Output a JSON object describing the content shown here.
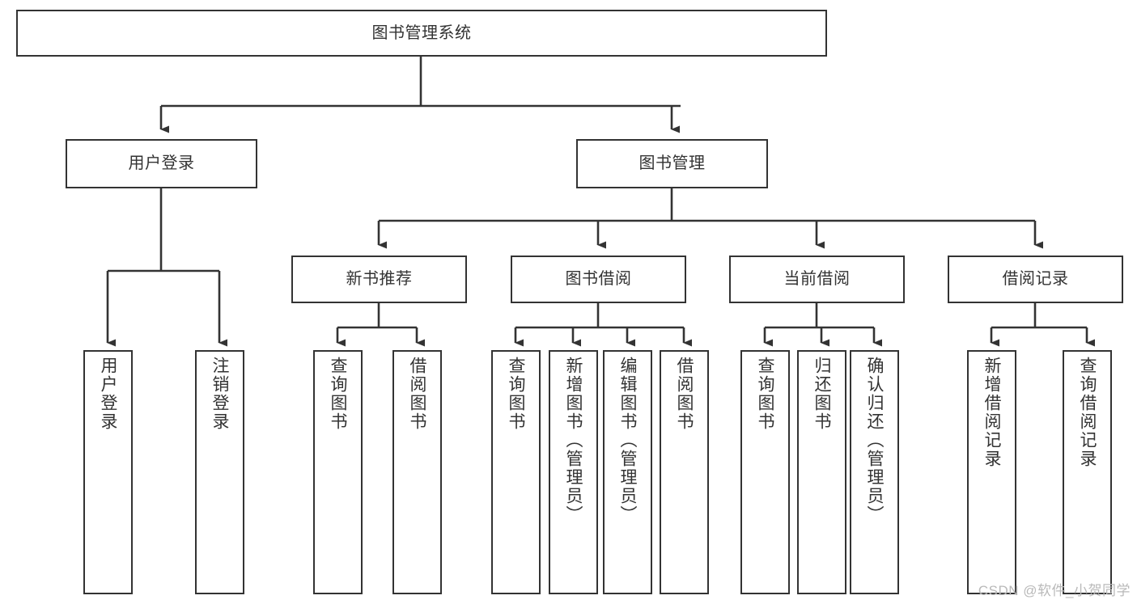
{
  "diagram": {
    "title": "图书管理系统",
    "type": "hierarchy-tree",
    "colors": {
      "stroke": "#333333",
      "fill": "#ffffff",
      "text": "#333333",
      "watermark": "#b9b9b9"
    },
    "levels": {
      "root": {
        "label": "图书管理系统"
      },
      "level1": [
        {
          "label": "用户登录"
        },
        {
          "label": "图书管理"
        }
      ],
      "level2": [
        {
          "label": "新书推荐"
        },
        {
          "label": "图书借阅"
        },
        {
          "label": "当前借阅"
        },
        {
          "label": "借阅记录"
        }
      ],
      "leaves": {
        "user_login": [
          {
            "label": "用户登录"
          },
          {
            "label": "注销登录"
          }
        ],
        "new_book_recommend": [
          {
            "label": "查询图书"
          },
          {
            "label": "借阅图书"
          }
        ],
        "book_borrow": [
          {
            "label": "查询图书"
          },
          {
            "label": "新增图书（管理员）"
          },
          {
            "label": "编辑图书（管理员）"
          },
          {
            "label": "借阅图书"
          }
        ],
        "current_borrow": [
          {
            "label": "查询图书"
          },
          {
            "label": "归还图书"
          },
          {
            "label": "确认归还（管理员）"
          }
        ],
        "borrow_record": [
          {
            "label": "新增借阅记录"
          },
          {
            "label": "查询借阅记录"
          }
        ]
      }
    }
  },
  "watermark": {
    "text": "CSDN @软件_小贺同学"
  }
}
